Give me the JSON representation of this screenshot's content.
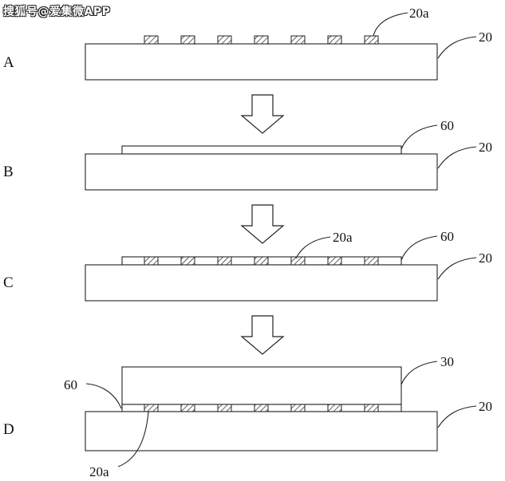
{
  "watermark": "搜狐号@爱集微APP",
  "steps": [
    {
      "letter": "A",
      "labels": {
        "pads": "20a",
        "substrate": "20"
      }
    },
    {
      "letter": "B",
      "labels": {
        "film": "60",
        "substrate": "20"
      }
    },
    {
      "letter": "C",
      "labels": {
        "pads": "20a",
        "film": "60",
        "substrate": "20"
      }
    },
    {
      "letter": "D",
      "labels": {
        "cover": "30",
        "film": "60",
        "substrate": "20",
        "pads": "20a"
      }
    }
  ],
  "pad_count": 7
}
